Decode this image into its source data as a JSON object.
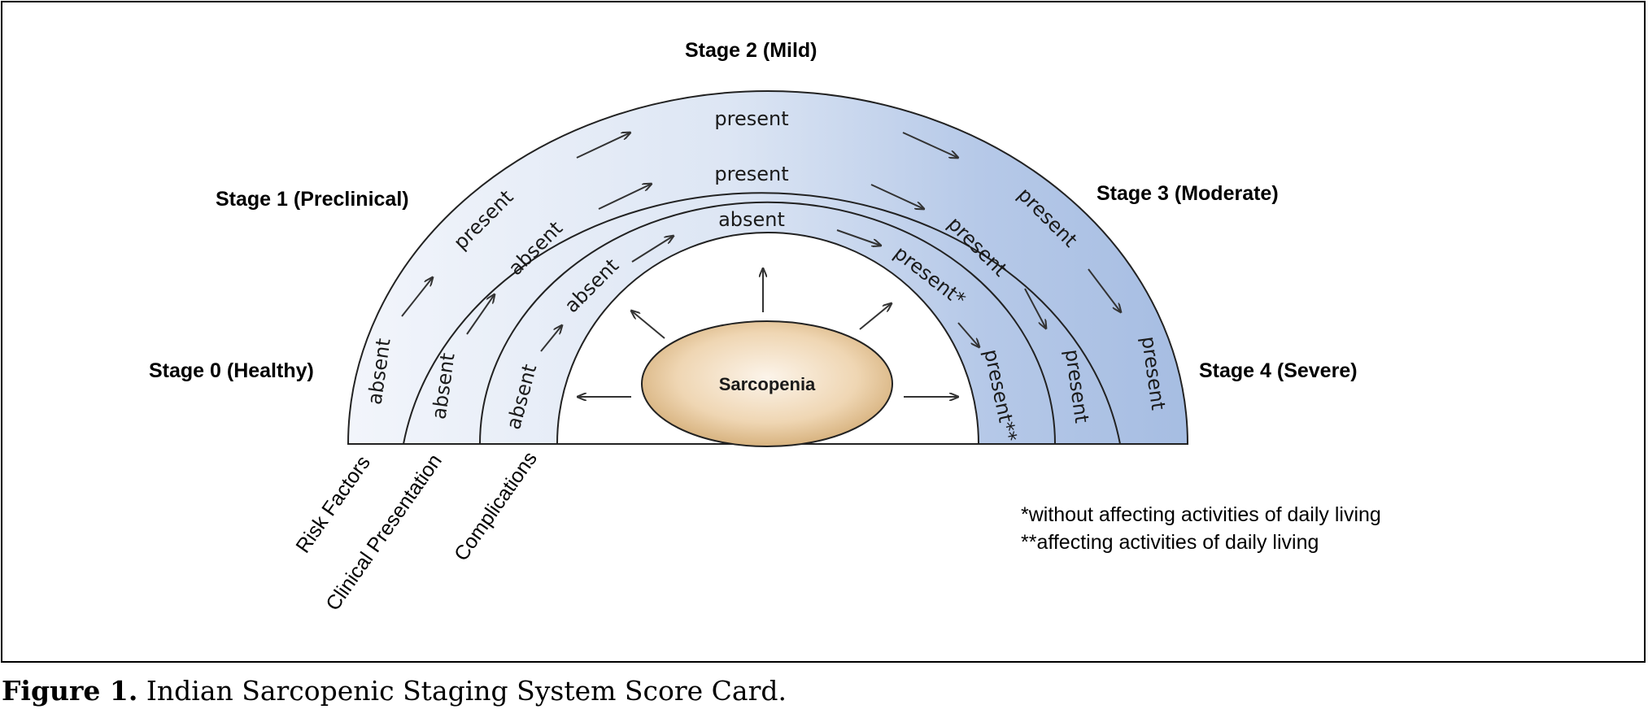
{
  "figure": {
    "stages": {
      "stage0": "Stage 0 (Healthy)",
      "stage1": "Stage 1 (Preclinical)",
      "stage2": "Stage 2 (Mild)",
      "stage3": "Stage 3 (Moderate)",
      "stage4": "Stage 4 (Severe)"
    },
    "layers": {
      "risk_factors": "Risk Factors",
      "clinical_presentation": "Clinical Presentation",
      "complications": "Complications"
    },
    "center": "Sarcopenia",
    "outer_band": {
      "stage0": "absent",
      "stage1": "present",
      "stage2": "present",
      "stage3": "present",
      "stage4": "present"
    },
    "middle_band": {
      "stage0": "absent",
      "stage1": "absent",
      "stage2": "present",
      "stage3": "present",
      "stage4": "present"
    },
    "inner_band": {
      "stage0": "absent",
      "stage1": "absent",
      "stage2": "absent",
      "stage3": "present*",
      "stage4": "present**"
    },
    "footnotes": {
      "single": "*without affecting activities of daily living",
      "double": "**affecting activities of daily living"
    },
    "colors": {
      "band_light": "#f2f5fb",
      "band_dark": "#a6bde2",
      "center_light": "#fcf4ea",
      "center_dark": "#d1a971"
    }
  },
  "caption": {
    "label": "Figure 1.",
    "text": " Indian Sarcopenic Staging System Score Card."
  }
}
